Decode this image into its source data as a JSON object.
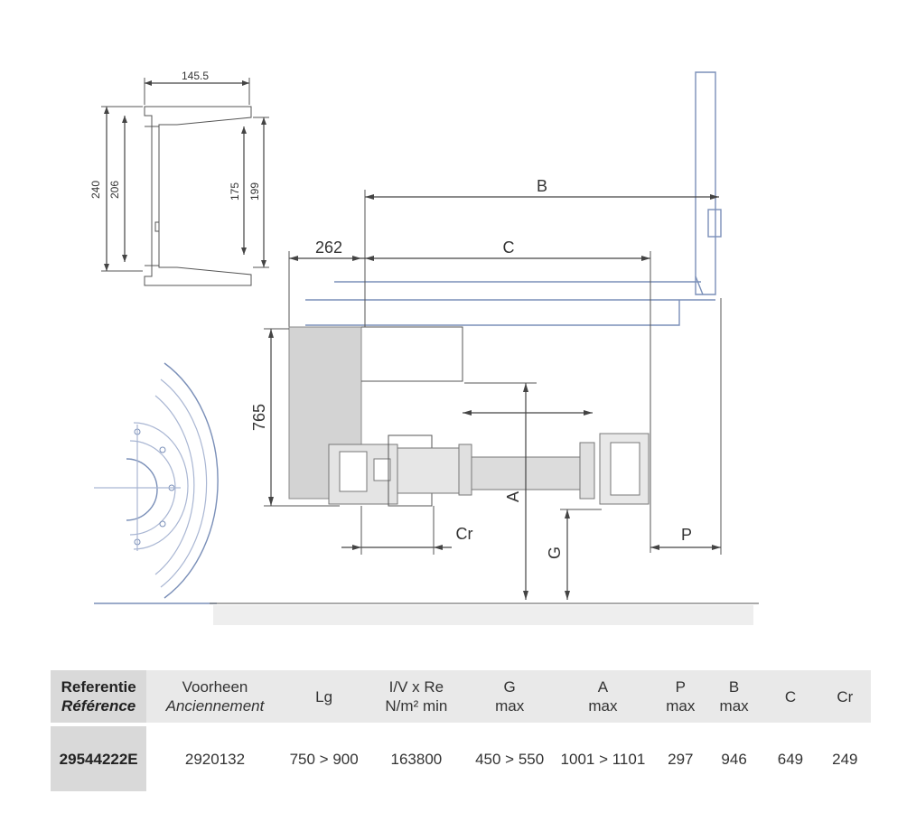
{
  "drawing": {
    "dims": {
      "profile_width": "145.5",
      "profile_h1": "240",
      "profile_h2": "206",
      "profile_h3": "175",
      "profile_h4": "199",
      "B": "B",
      "offset": "262",
      "C": "C",
      "height": "765",
      "A": "A",
      "G": "G",
      "Cr": "Cr",
      "P": "P"
    }
  },
  "table": {
    "headers": [
      {
        "line1": "Referentie",
        "line2": "Référence"
      },
      {
        "line1": "Voorheen",
        "line2": "Anciennement"
      },
      {
        "line1": "Lg",
        "line2": ""
      },
      {
        "line1": "I/V x Re",
        "line2": "N/m² min"
      },
      {
        "line1": "G",
        "line2": "max"
      },
      {
        "line1": "A",
        "line2": "max"
      },
      {
        "line1": "P",
        "line2": "max"
      },
      {
        "line1": "B",
        "line2": "max"
      },
      {
        "line1": "C",
        "line2": ""
      },
      {
        "line1": "Cr",
        "line2": ""
      }
    ],
    "rows": [
      [
        "29544222E",
        "2920132",
        "750 > 900",
        "163800",
        "450 > 550",
        "1001 > 1101",
        "297",
        "946",
        "649",
        "249"
      ]
    ]
  }
}
